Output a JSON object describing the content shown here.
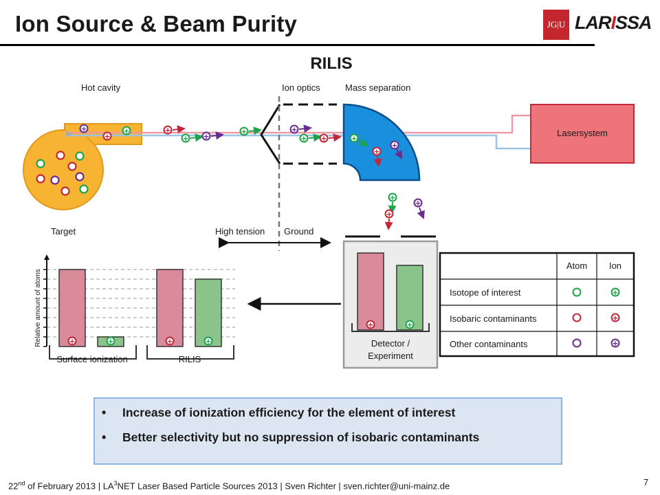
{
  "slide": {
    "title": "Ion Source & Beam Purity",
    "logos": {
      "jgu": "JG|U",
      "larissa": "LARISSA"
    },
    "page_number": "7",
    "footer": {
      "date_day": "22",
      "date_sup": "nd",
      "date_rest": " of February 2013 | LA",
      "sup3": "3",
      "rest": "NET Laser Based Particle Sources 2013 | Sven Richter | sven.richter@uni-mainz.de"
    }
  },
  "diagram": {
    "heading": "RILIS",
    "labels": {
      "hot_cavity": "Hot cavity",
      "ion_optics": "Ion optics",
      "mass_separation": "Mass separation",
      "lasersystem": "Lasersystem",
      "target": "Target",
      "high_tension": "High tension",
      "ground": "Ground",
      "detector_line1": "Detector /",
      "detector_line2": "Experiment",
      "y_axis": "Relative amount of atoms",
      "surface_ionization": "Surface ionization",
      "rilis": "RILIS"
    },
    "legend": {
      "col_atom": "Atom",
      "col_ion": "Ion",
      "rows": [
        {
          "label": "Isotope of interest",
          "color": "#1fa34a"
        },
        {
          "label": "Isobaric contaminants",
          "color": "#c0273a"
        },
        {
          "label": "Other contaminants",
          "color": "#6b2c8f"
        }
      ]
    },
    "colors": {
      "interest": "#1fa34a",
      "isobaric": "#c0273a",
      "other": "#6b2c8f",
      "cavity": "#f7b332",
      "magnet": "#1a8fdb",
      "laser": "#ee7479",
      "bar_red": "#d98b9a",
      "bar_green": "#8ac48a"
    }
  },
  "chart_data": {
    "type": "bar",
    "ylabel": "Relative amount of atoms",
    "categories": [
      "Surface ionization",
      "RILIS"
    ],
    "series": [
      {
        "color": "#d98b9a",
        "values": [
          8,
          8
        ]
      },
      {
        "color": "#8ac48a",
        "values": [
          1,
          7
        ]
      }
    ],
    "ylim": [
      0,
      8
    ],
    "grid": true
  },
  "bullets": [
    "Increase of ionization efficiency for the element of interest",
    "Better selectivity but no suppression of isobaric contaminants"
  ]
}
